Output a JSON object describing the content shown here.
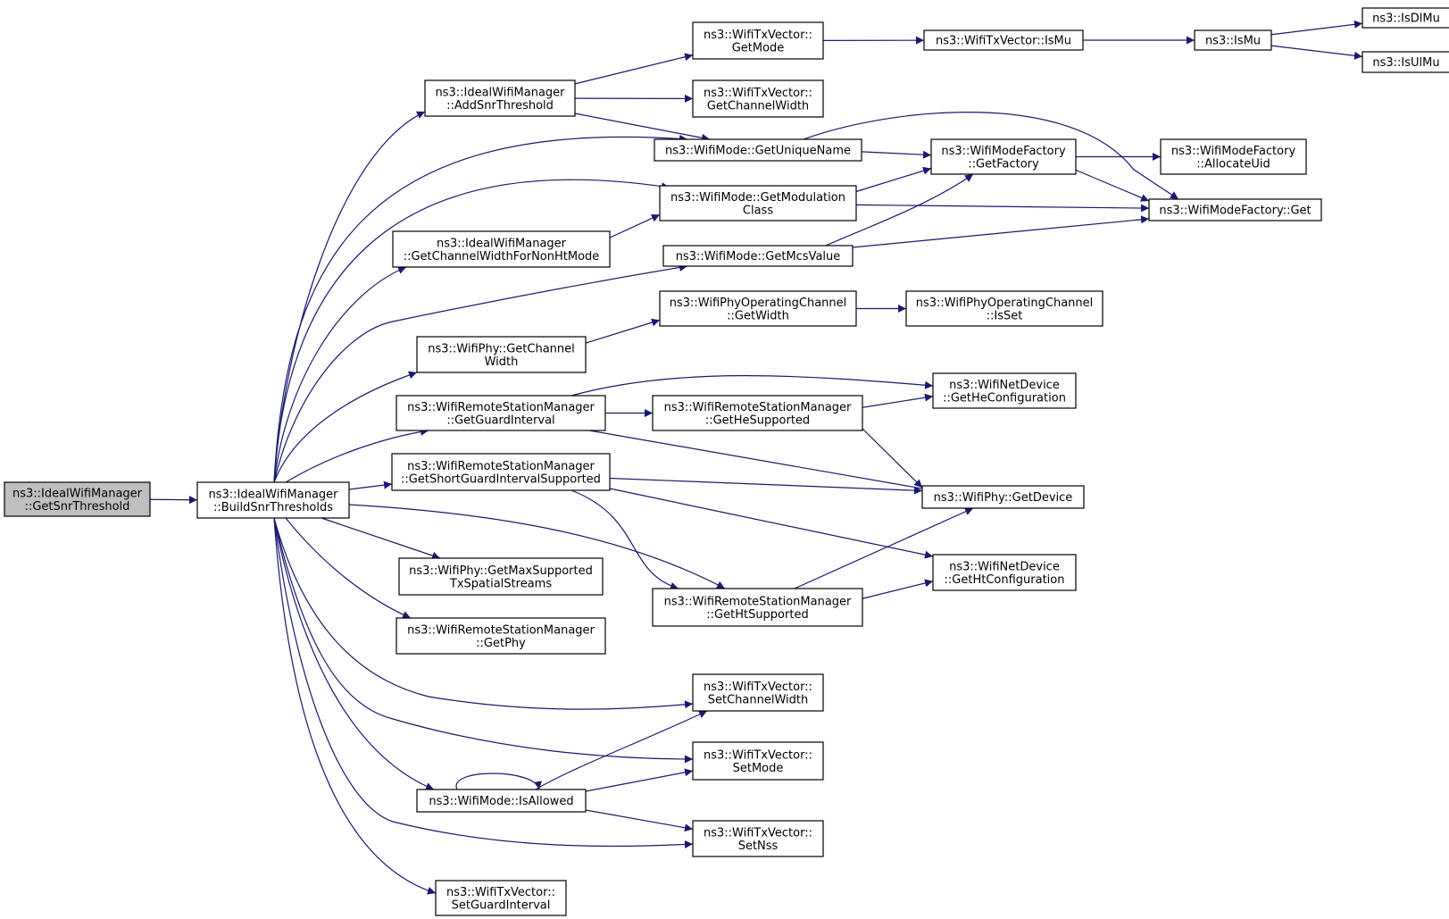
{
  "colors": {
    "edge": "#191970",
    "node_border": "#000000",
    "root_fill": "#bfbfbf",
    "node_fill": "#ffffff"
  },
  "nodes": [
    {
      "id": "getSnrThreshold",
      "lines": [
        "ns3::IdealWifiManager",
        "::GetSnrThreshold"
      ],
      "root": true
    },
    {
      "id": "buildSnrThresholds",
      "lines": [
        "ns3::IdealWifiManager",
        "::BuildSnrThresholds"
      ]
    },
    {
      "id": "addSnrThreshold",
      "lines": [
        "ns3::IdealWifiManager",
        "::AddSnrThreshold"
      ]
    },
    {
      "id": "txGetMode",
      "lines": [
        "ns3::WifiTxVector::",
        "GetMode"
      ]
    },
    {
      "id": "txIsMu",
      "lines": [
        "ns3::WifiTxVector::IsMu"
      ]
    },
    {
      "id": "isMu",
      "lines": [
        "ns3::IsMu"
      ]
    },
    {
      "id": "isDlMu",
      "lines": [
        "ns3::IsDlMu"
      ]
    },
    {
      "id": "isUlMu",
      "lines": [
        "ns3::IsUlMu"
      ]
    },
    {
      "id": "txGetChannelWidth",
      "lines": [
        "ns3::WifiTxVector::",
        "GetChannelWidth"
      ]
    },
    {
      "id": "getUniqueName",
      "lines": [
        "ns3::WifiMode::GetUniqueName"
      ]
    },
    {
      "id": "getFactory",
      "lines": [
        "ns3::WifiModeFactory",
        "::GetFactory"
      ]
    },
    {
      "id": "allocateUid",
      "lines": [
        "ns3::WifiModeFactory",
        "::AllocateUid"
      ]
    },
    {
      "id": "factoryGet",
      "lines": [
        "ns3::WifiModeFactory::Get"
      ]
    },
    {
      "id": "getModulationClass",
      "lines": [
        "ns3::WifiMode::GetModulation",
        "Class"
      ]
    },
    {
      "id": "getChannelWidthForNonHtMode",
      "lines": [
        "ns3::IdealWifiManager",
        "::GetChannelWidthForNonHtMode"
      ]
    },
    {
      "id": "getMcsValue",
      "lines": [
        "ns3::WifiMode::GetMcsValue"
      ]
    },
    {
      "id": "opChGetWidth",
      "lines": [
        "ns3::WifiPhyOperatingChannel",
        "::GetWidth"
      ]
    },
    {
      "id": "opChIsSet",
      "lines": [
        "ns3::WifiPhyOperatingChannel",
        "::IsSet"
      ]
    },
    {
      "id": "phyGetChannelWidth",
      "lines": [
        "ns3::WifiPhy::GetChannel",
        "Width"
      ]
    },
    {
      "id": "getGuardInterval",
      "lines": [
        "ns3::WifiRemoteStationManager",
        "::GetGuardInterval"
      ]
    },
    {
      "id": "getHeSupported",
      "lines": [
        "ns3::WifiRemoteStationManager",
        "::GetHeSupported"
      ]
    },
    {
      "id": "getHeConfiguration",
      "lines": [
        "ns3::WifiNetDevice",
        "::GetHeConfiguration"
      ]
    },
    {
      "id": "getShortGi",
      "lines": [
        "ns3::WifiRemoteStationManager",
        "::GetShortGuardIntervalSupported"
      ]
    },
    {
      "id": "phyGetDevice",
      "lines": [
        "ns3::WifiPhy::GetDevice"
      ]
    },
    {
      "id": "getHtConfiguration",
      "lines": [
        "ns3::WifiNetDevice",
        "::GetHtConfiguration"
      ]
    },
    {
      "id": "getMaxSts",
      "lines": [
        "ns3::WifiPhy::GetMaxSupported",
        "TxSpatialStreams"
      ]
    },
    {
      "id": "getHtSupported",
      "lines": [
        "ns3::WifiRemoteStationManager",
        "::GetHtSupported"
      ]
    },
    {
      "id": "getPhy",
      "lines": [
        "ns3::WifiRemoteStationManager",
        "::GetPhy"
      ]
    },
    {
      "id": "setChannelWidth",
      "lines": [
        "ns3::WifiTxVector::",
        "SetChannelWidth"
      ]
    },
    {
      "id": "setMode",
      "lines": [
        "ns3::WifiTxVector::",
        "SetMode"
      ]
    },
    {
      "id": "isAllowed",
      "lines": [
        "ns3::WifiMode::IsAllowed"
      ]
    },
    {
      "id": "setNss",
      "lines": [
        "ns3::WifiTxVector::",
        "SetNss"
      ]
    },
    {
      "id": "setGuardInterval",
      "lines": [
        "ns3::WifiTxVector::",
        "SetGuardInterval"
      ]
    }
  ],
  "edges": [
    [
      "getSnrThreshold",
      "buildSnrThresholds"
    ],
    [
      "buildSnrThresholds",
      "addSnrThreshold"
    ],
    [
      "buildSnrThresholds",
      "getUniqueName"
    ],
    [
      "buildSnrThresholds",
      "getModulationClass"
    ],
    [
      "buildSnrThresholds",
      "getChannelWidthForNonHtMode"
    ],
    [
      "buildSnrThresholds",
      "getMcsValue"
    ],
    [
      "buildSnrThresholds",
      "phyGetChannelWidth"
    ],
    [
      "buildSnrThresholds",
      "getGuardInterval"
    ],
    [
      "buildSnrThresholds",
      "getShortGi"
    ],
    [
      "buildSnrThresholds",
      "getHtSupported"
    ],
    [
      "buildSnrThresholds",
      "getMaxSts"
    ],
    [
      "buildSnrThresholds",
      "getPhy"
    ],
    [
      "buildSnrThresholds",
      "setChannelWidth"
    ],
    [
      "buildSnrThresholds",
      "setMode"
    ],
    [
      "buildSnrThresholds",
      "isAllowed"
    ],
    [
      "buildSnrThresholds",
      "setNss"
    ],
    [
      "buildSnrThresholds",
      "setGuardInterval"
    ],
    [
      "addSnrThreshold",
      "txGetMode"
    ],
    [
      "addSnrThreshold",
      "txGetChannelWidth"
    ],
    [
      "addSnrThreshold",
      "getUniqueName"
    ],
    [
      "txGetMode",
      "txIsMu"
    ],
    [
      "txIsMu",
      "isMu"
    ],
    [
      "isMu",
      "isDlMu"
    ],
    [
      "isMu",
      "isUlMu"
    ],
    [
      "getUniqueName",
      "getFactory"
    ],
    [
      "getUniqueName",
      "factoryGet"
    ],
    [
      "getFactory",
      "allocateUid"
    ],
    [
      "getFactory",
      "factoryGet"
    ],
    [
      "getModulationClass",
      "getFactory"
    ],
    [
      "getModulationClass",
      "factoryGet"
    ],
    [
      "getChannelWidthForNonHtMode",
      "getModulationClass"
    ],
    [
      "getMcsValue",
      "getFactory"
    ],
    [
      "getMcsValue",
      "factoryGet"
    ],
    [
      "phyGetChannelWidth",
      "opChGetWidth"
    ],
    [
      "opChGetWidth",
      "opChIsSet"
    ],
    [
      "getGuardInterval",
      "getHeConfiguration"
    ],
    [
      "getGuardInterval",
      "getHeSupported"
    ],
    [
      "getGuardInterval",
      "phyGetDevice"
    ],
    [
      "getHeSupported",
      "getHeConfiguration"
    ],
    [
      "getHeSupported",
      "phyGetDevice"
    ],
    [
      "getShortGi",
      "phyGetDevice"
    ],
    [
      "getShortGi",
      "getHtConfiguration"
    ],
    [
      "getShortGi",
      "getHtSupported"
    ],
    [
      "getHtSupported",
      "phyGetDevice"
    ],
    [
      "getHtSupported",
      "getHtConfiguration"
    ],
    [
      "isAllowed",
      "isAllowed"
    ],
    [
      "isAllowed",
      "setChannelWidth"
    ],
    [
      "isAllowed",
      "setMode"
    ],
    [
      "isAllowed",
      "setNss"
    ]
  ]
}
